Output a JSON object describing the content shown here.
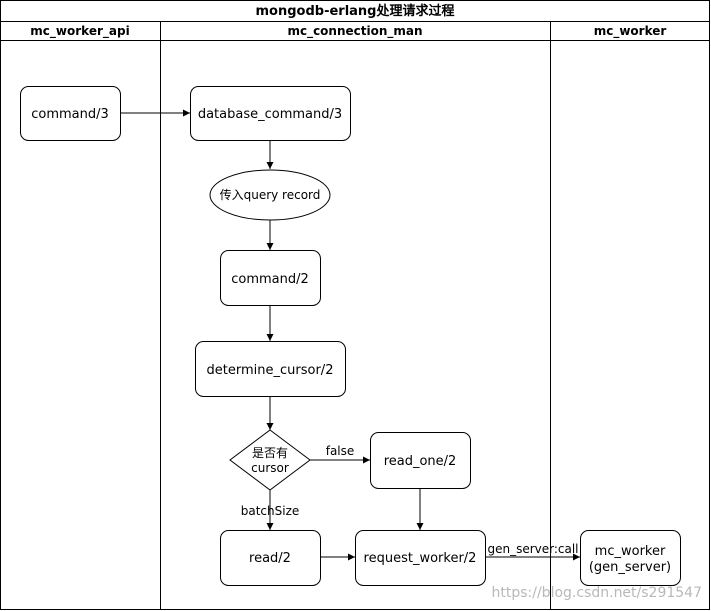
{
  "title": "mongodb-erlang处理请求过程",
  "lanes": [
    {
      "id": "api",
      "label": "mc_worker_api"
    },
    {
      "id": "conn",
      "label": "mc_connection_man"
    },
    {
      "id": "worker",
      "label": "mc_worker"
    }
  ],
  "nodes": {
    "command3": "command/3",
    "database_command3": "database_command/3",
    "query_record": "传入query record",
    "command2": "command/2",
    "determine_cursor2": "determine_cursor/2",
    "has_cursor": [
      "是否有",
      "cursor"
    ],
    "read_one2": "read_one/2",
    "read2": "read/2",
    "request_worker2": "request_worker/2",
    "mc_worker_gen_server": [
      "mc_worker",
      "(gen_server)"
    ]
  },
  "edges": {
    "false_label": "false",
    "batchsize_label": "batchSize",
    "gen_server_call_label": "gen_server:call"
  },
  "watermark": "https://blog.csdn.net/s291547",
  "colors": {
    "stroke": "#000000",
    "background": "#ffffff",
    "watermark": "#b8b8b8"
  }
}
